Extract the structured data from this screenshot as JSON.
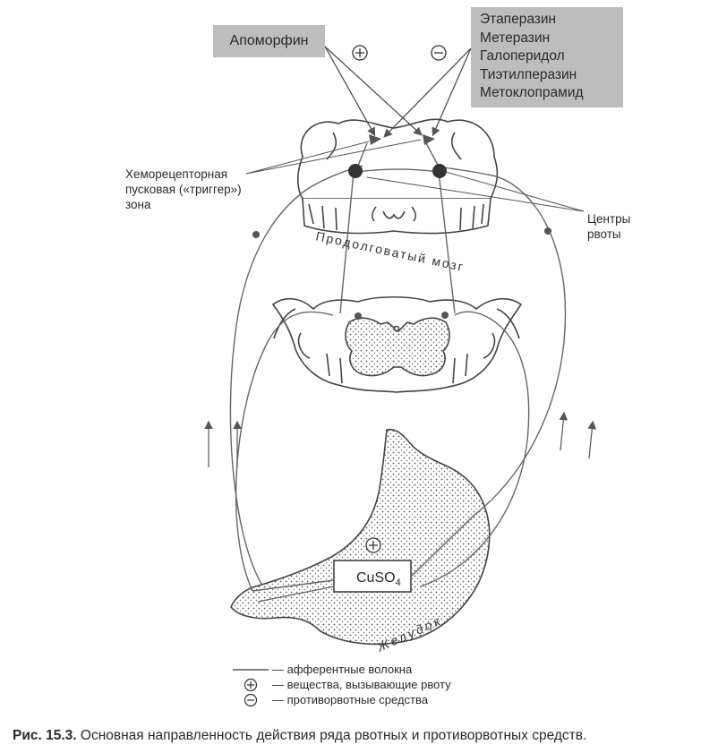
{
  "agonist_box": {
    "label": "Апоморфин"
  },
  "antiemetic_box": {
    "drugs": [
      "Этаперазин",
      "Метеразин",
      "Галоперидол",
      "Тиэтилперазин",
      "Метоклопрамид"
    ]
  },
  "signs": {
    "plus": "⊕",
    "minus": "⊖"
  },
  "labels": {
    "trigger_zone": [
      "Хеморецепторная",
      "пусковая («триггер»)",
      "зона"
    ],
    "vomiting_centers": [
      "Центры",
      "рвоты"
    ],
    "medulla": "Продолговатый мозг",
    "stomach": "Желудок",
    "cuso4_main": "CuSO",
    "cuso4_sub": "4"
  },
  "legend": [
    {
      "symbol": "line",
      "text": "— афферентные волокна"
    },
    {
      "symbol": "plus",
      "text": "— вещества, вызывающие рвоту"
    },
    {
      "symbol": "minus",
      "text": "— противорвотные средства"
    }
  ],
  "caption": {
    "number": "Рис. 15.3.",
    "text": " Основная направленность действия ряда рвотных и противорвотных средств."
  },
  "colors": {
    "box_fill": "#bdbdbd",
    "line": "#555555",
    "dot": "#444444"
  }
}
